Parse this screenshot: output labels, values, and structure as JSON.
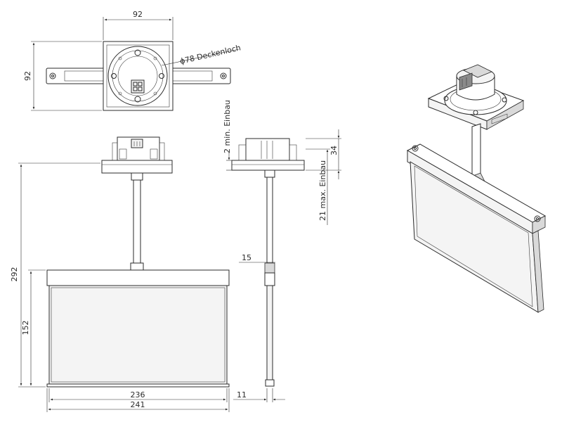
{
  "dimensions": {
    "top_width": "92",
    "top_height": "92",
    "ceiling_hole": "ϕ78 Deckenloch",
    "min_install": "2 min. Einbau",
    "max_install": "21 max. Einbau",
    "depth_34": "34",
    "total_height": "292",
    "panel_height": "152",
    "inner_width": "236",
    "outer_width": "241",
    "side_15": "15",
    "side_11": "11"
  },
  "colors": {
    "line": "#2b2b2b",
    "panel": "#f4f4f4",
    "background": "#ffffff"
  }
}
